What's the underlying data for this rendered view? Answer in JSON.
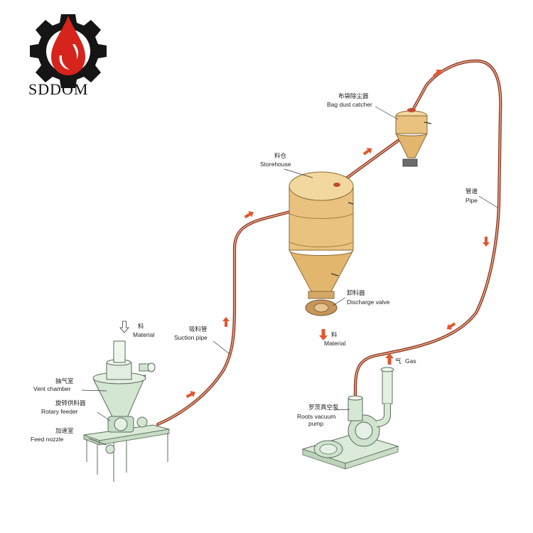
{
  "brand": {
    "name": "SDDOM"
  },
  "labels": {
    "material_in": {
      "cn": "料",
      "en": "Material"
    },
    "vent_chamber": {
      "cn": "抽气室",
      "en": "Vent chamber"
    },
    "rotary_feeder": {
      "cn": "旋转供料器",
      "en": "Rotary feeder"
    },
    "feed_nozzle": {
      "cn": "加速室",
      "en": "Feed nozzle"
    },
    "suction_pipe": {
      "cn": "吸料管",
      "en": "Suction pipe"
    },
    "storehouse": {
      "cn": "料仓",
      "en": "Storehouse"
    },
    "discharge_valve": {
      "cn": "卸料器",
      "en": "Discharge valve"
    },
    "material_out": {
      "cn": "料",
      "en": "Material"
    },
    "bag_dust_catcher": {
      "cn": "布袋除尘器",
      "en": "Bag dust catcher"
    },
    "pipe": {
      "cn": "管道",
      "en": "Pipe"
    },
    "gas": {
      "cn": "气",
      "en": "Gas"
    },
    "roots_vacuum_pump": {
      "cn": "罗茨真空泵",
      "en": "Roots vacuum",
      "en2": "pump"
    }
  },
  "colors": {
    "brand_red": "#d6231c",
    "gear_dark": "#151515",
    "pipe_outline": "#8a3a22",
    "flow_arrow": "#e2562e",
    "storehouse_fill": "#e8c27e",
    "equipment_green": "#cfe3cf"
  }
}
